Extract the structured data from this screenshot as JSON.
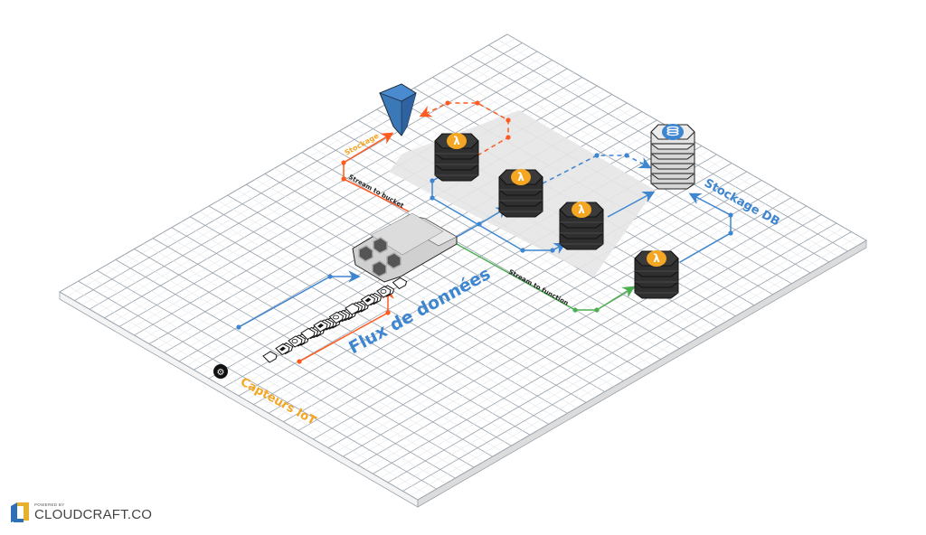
{
  "diagram": {
    "title_labels": {
      "data_flow": "Flux de données",
      "iot_sensors": "Capteurs IoT",
      "db_storage": "Stockage DB",
      "storage": "Stockage",
      "stream_to_bucket": "Stream to bucket",
      "stream_to_function": "Stream to function"
    },
    "colors": {
      "blue": "#3f86d0",
      "orange": "#ff5a1f",
      "green": "#4caf50",
      "label_orange": "#f5a623",
      "lambda_badge": "#f5a623",
      "lambda_body": "#2e2e2e",
      "s3_blue": "#3b78b8",
      "kinesis_gray": "#d8d8d8",
      "db_gray": "#e0e0e0",
      "db_badge": "#3f86d0",
      "grid_line": "#9aa3ad",
      "highlight_zone": "#e8e8e8"
    },
    "nodes": [
      {
        "id": "s3-bucket",
        "type": "s3",
        "icon": "bucket-icon"
      },
      {
        "id": "kinesis-stream",
        "type": "kinesis",
        "icon": "kinesis-stream-icon"
      },
      {
        "id": "lambda-1",
        "type": "lambda",
        "icon": "lambda-icon",
        "glyph": "λ"
      },
      {
        "id": "lambda-2",
        "type": "lambda",
        "icon": "lambda-icon",
        "glyph": "λ"
      },
      {
        "id": "lambda-3",
        "type": "lambda",
        "icon": "lambda-icon",
        "glyph": "λ"
      },
      {
        "id": "lambda-4",
        "type": "lambda",
        "icon": "lambda-icon",
        "glyph": "λ"
      },
      {
        "id": "database",
        "type": "db",
        "icon": "database-icon"
      },
      {
        "id": "iot-devices",
        "type": "devices",
        "icon": "document-icon",
        "count": 30
      },
      {
        "id": "iot-hub",
        "type": "iot",
        "icon": "gears-icon"
      }
    ],
    "edges": [
      {
        "from": "iot-devices",
        "to": "kinesis-stream",
        "color": "blue"
      },
      {
        "from": "iot-devices",
        "to": "kinesis-stream",
        "color": "orange"
      },
      {
        "from": "kinesis-stream",
        "to": "s3-bucket",
        "color": "orange",
        "label": "Stream to bucket"
      },
      {
        "from": "lambda-1",
        "to": "s3-bucket",
        "color": "orange",
        "style": "dashed"
      },
      {
        "from": "kinesis-stream",
        "to": "lambda-1",
        "color": "blue"
      },
      {
        "from": "kinesis-stream",
        "to": "lambda-2",
        "color": "blue"
      },
      {
        "from": "kinesis-stream",
        "to": "lambda-3",
        "color": "blue"
      },
      {
        "from": "kinesis-stream",
        "to": "lambda-4",
        "color": "green",
        "label": "Stream to function"
      },
      {
        "from": "lambda-2",
        "to": "database",
        "color": "blue",
        "style": "dashed"
      },
      {
        "from": "lambda-3",
        "to": "database",
        "color": "blue"
      },
      {
        "from": "lambda-4",
        "to": "database",
        "color": "blue"
      }
    ]
  },
  "branding": {
    "powered_by": "POWERED BY",
    "name": "CLOUDCRAFT.CO"
  }
}
